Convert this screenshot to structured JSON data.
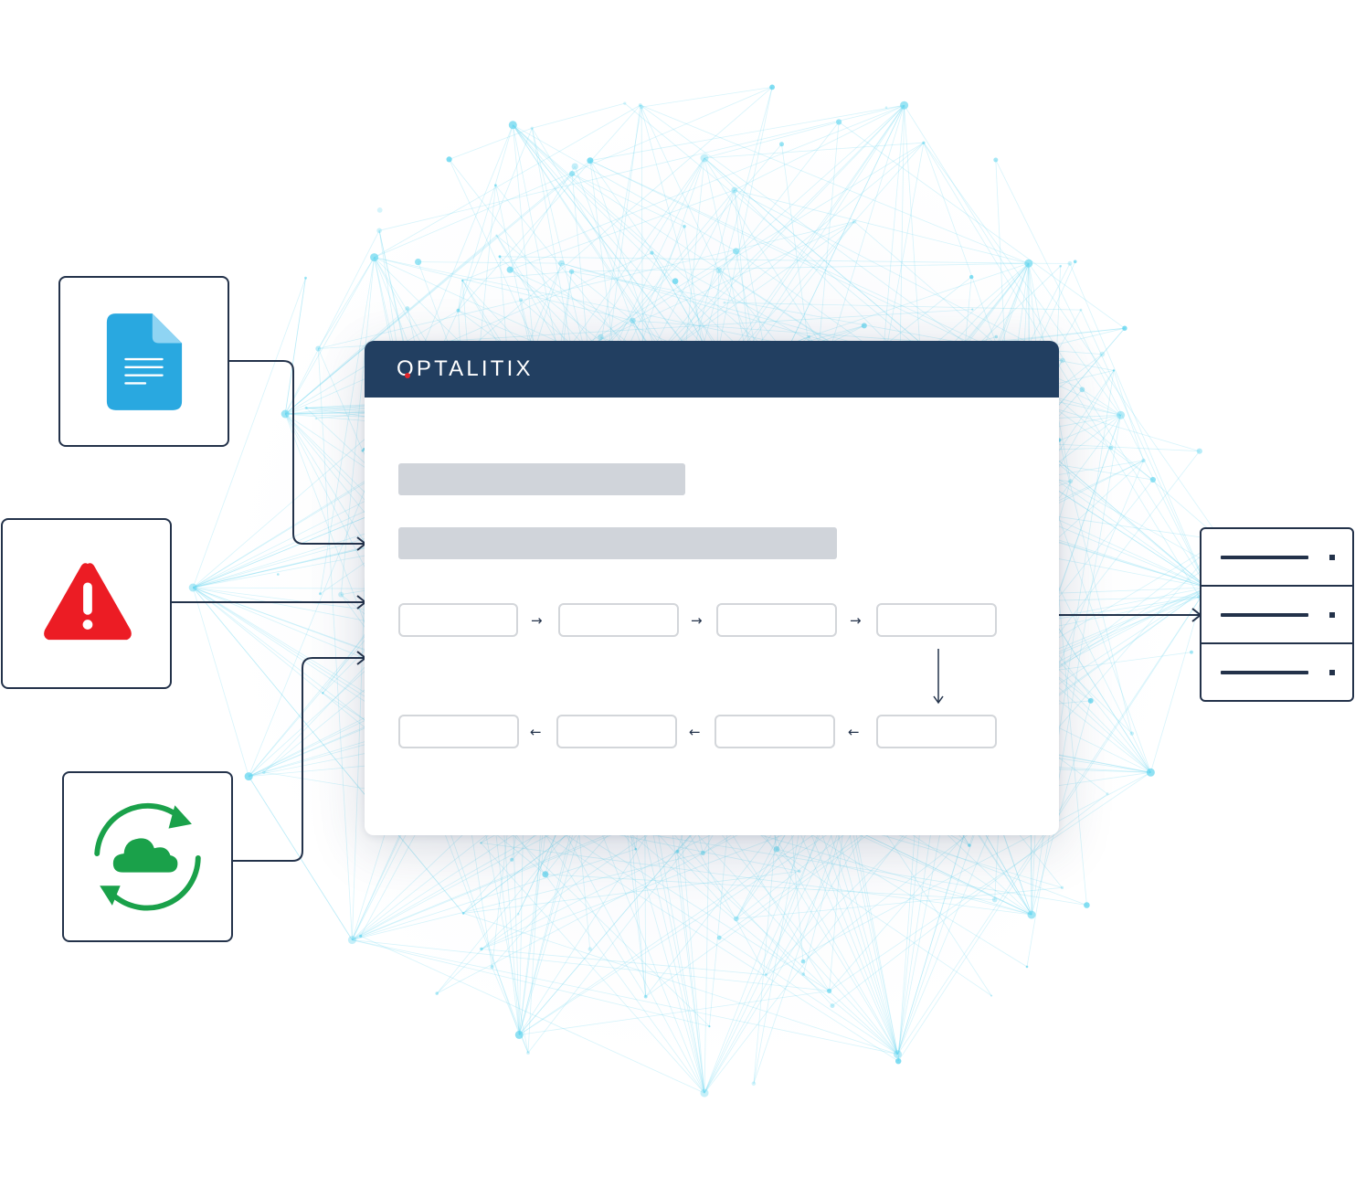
{
  "app": {
    "brand": "OPTALITIX",
    "brand_accent_color": "#e0262c",
    "header_color": "#223f61"
  },
  "inputs": [
    {
      "id": "document",
      "icon": "document-icon",
      "color": "#29a8e0"
    },
    {
      "id": "alert",
      "icon": "warning-icon",
      "color": "#ec1c24"
    },
    {
      "id": "cloud-sync",
      "icon": "cloud-sync-icon",
      "color": "#1aa14a"
    }
  ],
  "workflow": {
    "top_row_arrows": [
      "→",
      "→",
      "→"
    ],
    "down_arrow": "↓",
    "bottom_row_arrows": [
      "←",
      "←",
      "←"
    ]
  },
  "output": {
    "icon": "server-rack-icon",
    "units": 3
  },
  "colors": {
    "line": "#23324a",
    "skeleton": "#d0d4da",
    "step_border": "#d3d6da",
    "network_glow": "#5ed4ee"
  }
}
